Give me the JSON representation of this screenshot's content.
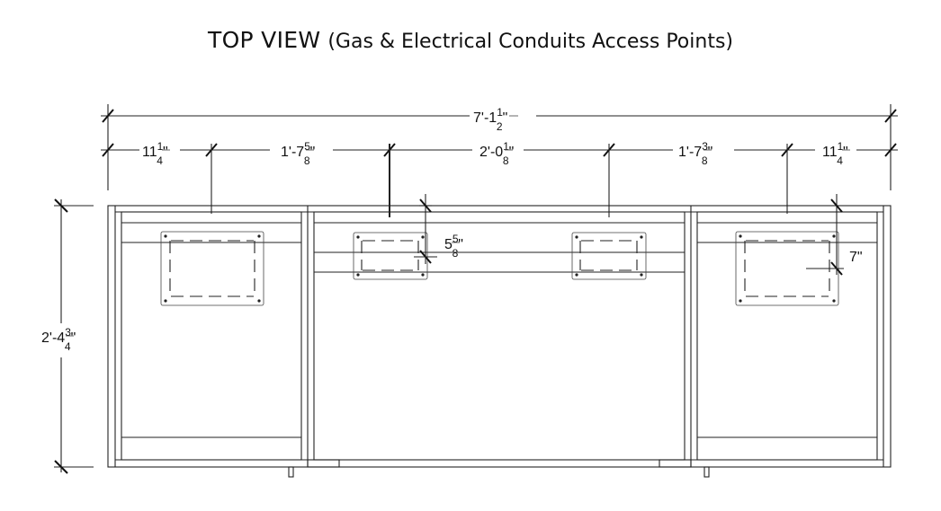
{
  "title": {
    "main": "TOP VIEW",
    "sub": "(Gas & Electrical Conduits Access Points)"
  },
  "dimensions": {
    "overall_width": {
      "whole": "7'-1",
      "num": "1",
      "den": "2",
      "unit": "\""
    },
    "seg1": {
      "whole": "11",
      "num": "1",
      "den": "4",
      "unit": "\""
    },
    "seg2": {
      "whole": "1'-7",
      "num": "5",
      "den": "8",
      "unit": "\""
    },
    "seg3": {
      "whole": "2'-0",
      "num": "1",
      "den": "8",
      "unit": "\""
    },
    "seg4": {
      "whole": "1'-7",
      "num": "3",
      "den": "8",
      "unit": "\""
    },
    "seg5": {
      "whole": "11",
      "num": "1",
      "den": "4",
      "unit": "\""
    },
    "depth": {
      "whole": "2'-4",
      "num": "3",
      "den": "4",
      "unit": "\""
    },
    "offset_small": {
      "whole": "5",
      "num": "5",
      "den": "8",
      "unit": "\""
    },
    "offset_right": {
      "text": "7\""
    }
  }
}
